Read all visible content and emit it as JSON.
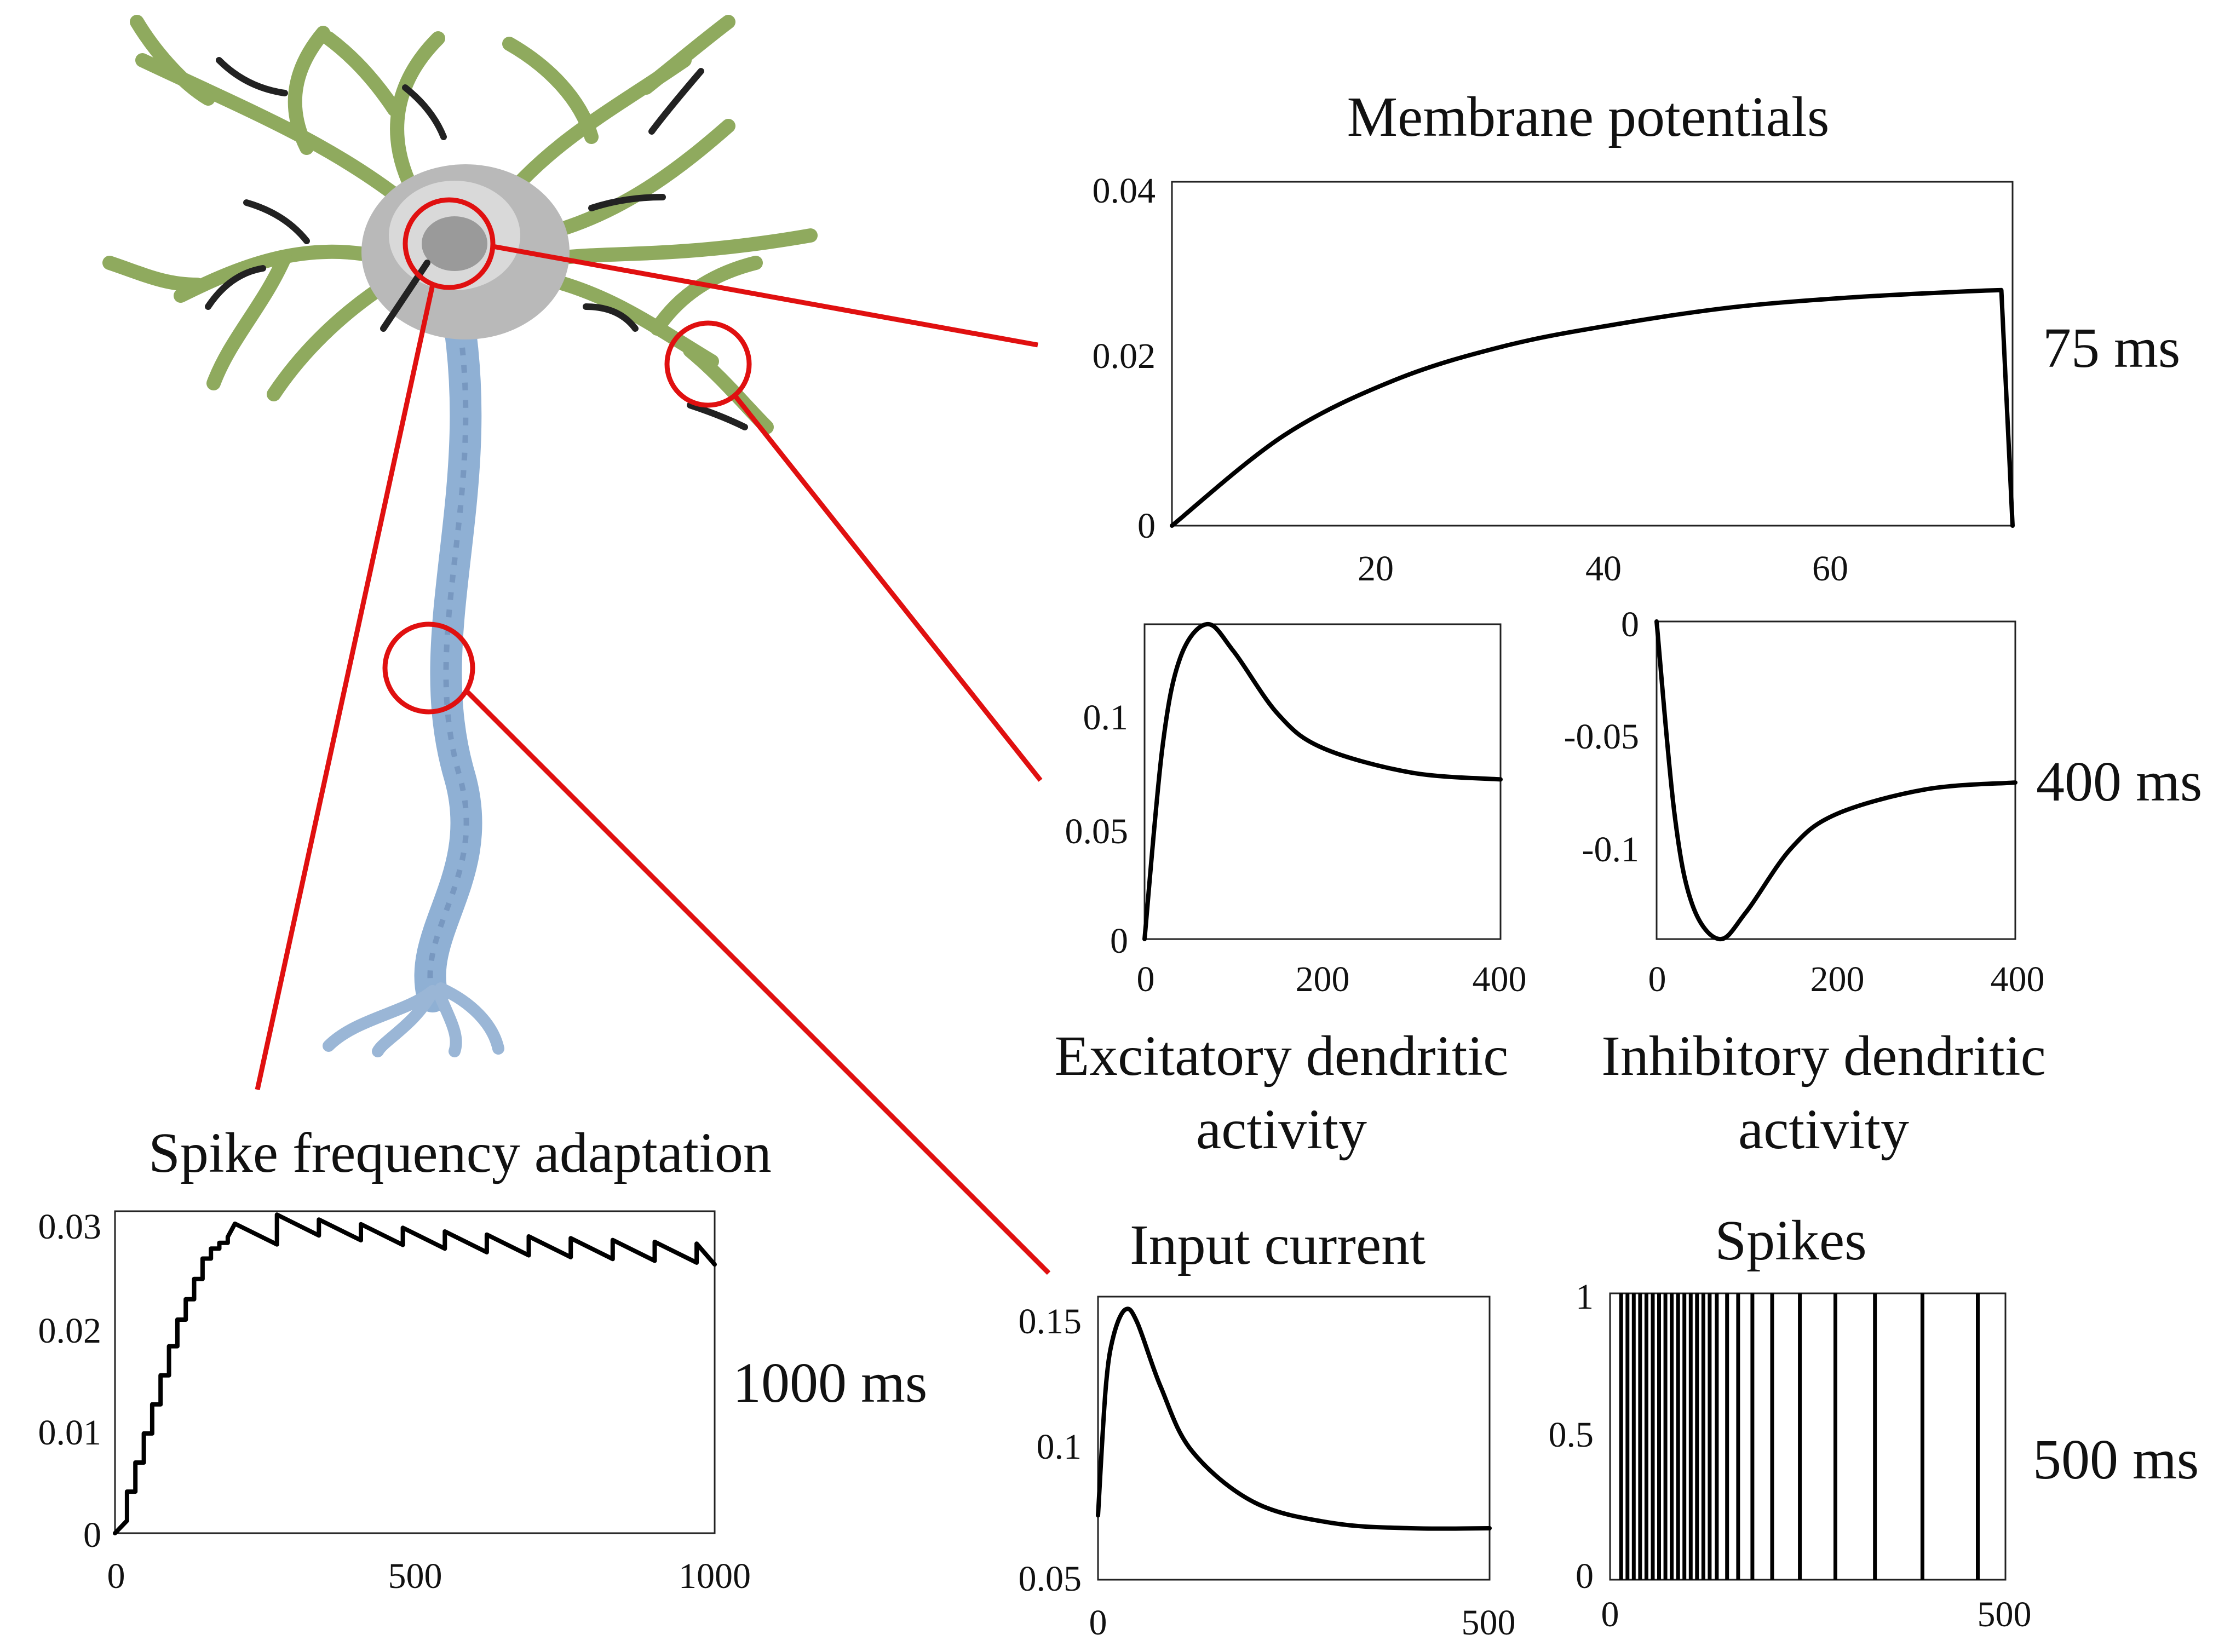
{
  "panels": {
    "membrane": {
      "title": "Membrane potentials",
      "duration": "75 ms",
      "yticks": [
        "0.04",
        "0.02",
        "0"
      ],
      "xticks": [
        "20",
        "40",
        "60"
      ]
    },
    "excitatory": {
      "title_line1": "Excitatory dendritic",
      "title_line2": "activity",
      "yticks": [
        "0.1",
        "0.05",
        "0"
      ],
      "xticks": [
        "0",
        "200",
        "400"
      ]
    },
    "inhibitory": {
      "title_line1": "Inhibitory dendritic",
      "title_line2": "activity",
      "duration": "400 ms",
      "yticks": [
        "0",
        "-0.05",
        "-0.1"
      ],
      "xticks": [
        "0",
        "200",
        "400"
      ]
    },
    "sfa": {
      "title": "Spike frequency adaptation",
      "duration": "1000 ms",
      "yticks": [
        "0.03",
        "0.02",
        "0.01",
        "0"
      ],
      "xticks": [
        "0",
        "500",
        "1000"
      ]
    },
    "input": {
      "title": "Input current",
      "yticks": [
        "0.15",
        "0.1",
        "0.05"
      ],
      "xticks": [
        "0",
        "500"
      ]
    },
    "spikes": {
      "title": "Spikes",
      "duration": "500 ms",
      "yticks": [
        "1",
        "0.5",
        "0"
      ],
      "xticks": [
        "0",
        "500"
      ]
    }
  },
  "chart_data": [
    {
      "type": "line",
      "title": "Membrane potentials",
      "xlim": [
        0,
        75
      ],
      "ylim": [
        0,
        0.04
      ],
      "x": [
        0,
        10,
        20,
        30,
        40,
        50,
        60,
        70,
        74,
        75
      ],
      "y": [
        0,
        0.0105,
        0.017,
        0.021,
        0.0235,
        0.0254,
        0.0265,
        0.0272,
        0.0274,
        0
      ]
    },
    {
      "type": "line",
      "title": "Excitatory dendritic activity",
      "xlim": [
        0,
        400
      ],
      "ylim": [
        0,
        0.14
      ],
      "x": [
        0,
        20,
        40,
        70,
        100,
        150,
        200,
        300,
        400
      ],
      "y": [
        0,
        0.085,
        0.125,
        0.14,
        0.128,
        0.1,
        0.085,
        0.074,
        0.071
      ]
    },
    {
      "type": "line",
      "title": "Inhibitory dendritic activity",
      "xlim": [
        0,
        400
      ],
      "ylim": [
        -0.14,
        0
      ],
      "x": [
        0,
        20,
        40,
        70,
        100,
        150,
        200,
        300,
        400
      ],
      "y": [
        0,
        -0.085,
        -0.125,
        -0.14,
        -0.128,
        -0.1,
        -0.085,
        -0.074,
        -0.071
      ]
    },
    {
      "type": "line",
      "title": "Spike frequency adaptation",
      "xlim": [
        0,
        1000
      ],
      "ylim": [
        0,
        0.031
      ],
      "x": [
        0,
        50,
        100,
        150,
        200,
        250,
        400,
        600,
        800,
        1000
      ],
      "y": [
        0,
        0.01,
        0.02,
        0.027,
        0.029,
        0.03,
        0.029,
        0.028,
        0.0275,
        0.027
      ]
    },
    {
      "type": "line",
      "title": "Input current",
      "xlim": [
        0,
        500
      ],
      "ylim": [
        0.05,
        0.16
      ],
      "x": [
        0,
        10,
        20,
        35,
        50,
        80,
        120,
        200,
        300,
        400,
        500
      ],
      "y": [
        0.075,
        0.125,
        0.145,
        0.155,
        0.15,
        0.125,
        0.1,
        0.08,
        0.072,
        0.07,
        0.07
      ]
    },
    {
      "type": "line",
      "title": "Spikes",
      "xlim": [
        0,
        500
      ],
      "ylim": [
        0,
        1
      ],
      "spike_times": [
        14,
        22,
        30,
        38,
        46,
        54,
        62,
        70,
        78,
        86,
        94,
        102,
        110,
        118,
        126,
        135,
        148,
        162,
        180,
        205,
        240,
        285,
        335,
        395,
        465
      ]
    }
  ]
}
